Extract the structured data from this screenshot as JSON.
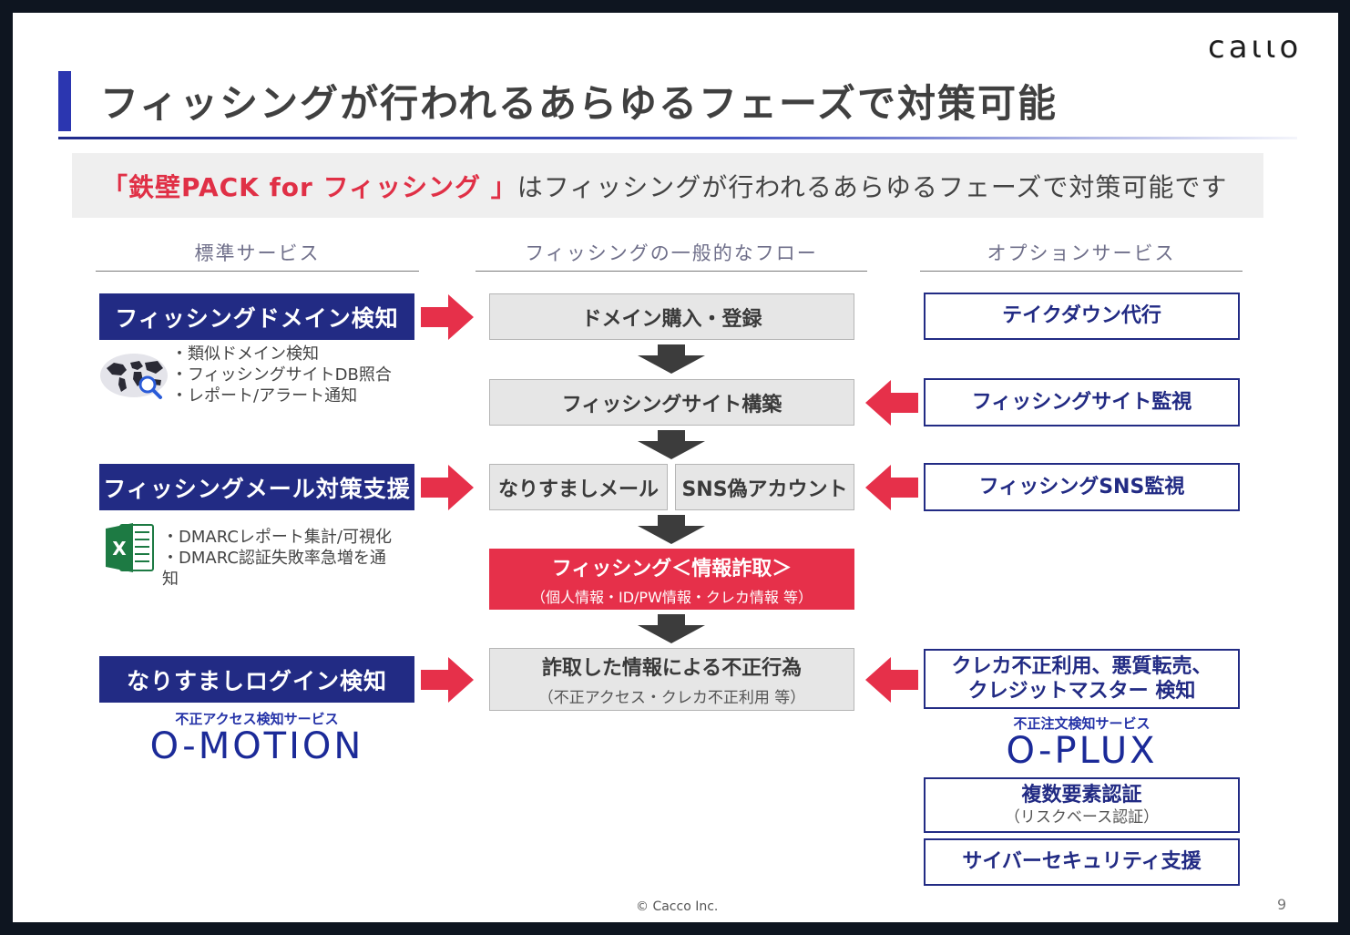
{
  "header": {
    "logo": "caιιo",
    "title": "フィッシングが行われるあらゆるフェーズで対策可能"
  },
  "banner": {
    "highlight": "「鉄壁PACK for フィッシング 」",
    "rest": "はフィッシングが行われるあらゆるフェーズで対策可能です"
  },
  "columns": {
    "left_heading": "標準サービス",
    "center_heading": "フィッシングの一般的なフロー",
    "right_heading": "オプションサービス"
  },
  "standard": {
    "domain": {
      "title": "フィッシングドメイン検知",
      "bullets": [
        "・類似ドメイン検知",
        "・フィッシングサイトDB照合",
        "・レポート/アラート通知"
      ]
    },
    "mail": {
      "title": "フィッシングメール対策支援",
      "bullets": [
        "・DMARCレポート集計/可視化",
        "・DMARC認証失敗率急増を通",
        "知"
      ]
    },
    "login": {
      "title": "なりすましログイン検知",
      "label": "不正アクセス検知サービス",
      "brand": "O-MOTION"
    }
  },
  "flow": {
    "step1": "ドメイン購入・登録",
    "step2": "フィッシングサイト構築",
    "step3a": "なりすましメール",
    "step3b": "SNS偽アカウント",
    "step4": "フィッシング＜情報詐取＞",
    "step4_sub": "（個人情報・ID/PW情報・クレカ情報 等）",
    "step5": "詐取した情報による不正行為",
    "step5_sub": "（不正アクセス・クレカ不正利用 等）"
  },
  "options": {
    "takedown": "テイクダウン代行",
    "site_monitor": "フィッシングサイト監視",
    "sns_monitor": "フィッシングSNS監視",
    "fraud_line1": "クレカ不正利用、悪質転売、",
    "fraud_line2": "クレジットマスター 検知",
    "fraud_label": "不正注文検知サービス",
    "fraud_brand": "O-PLUX",
    "mfa": "複数要素認証",
    "mfa_sub": "（リスクベース認証）",
    "cyber": "サイバーセキュリティ支援"
  },
  "footer": {
    "copyright": "© Cacco Inc.",
    "page": "9"
  },
  "colors": {
    "navy": "#222b84",
    "red": "#e6304a",
    "gray": "#e6e6e6",
    "arrow_dark": "#3c3c3c"
  }
}
